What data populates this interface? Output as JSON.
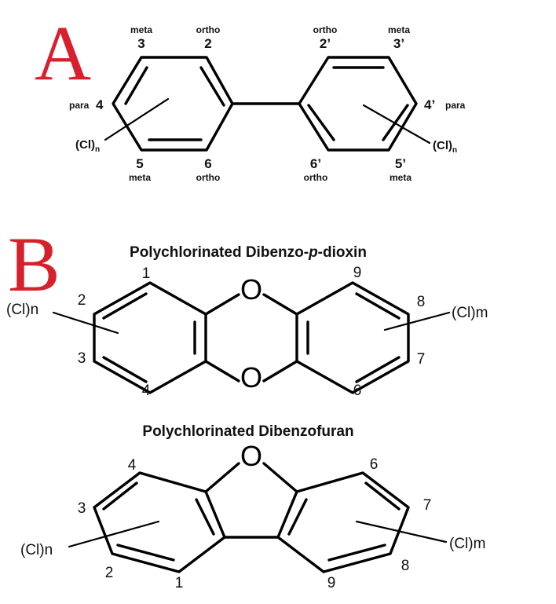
{
  "panel_a": {
    "letter": "A",
    "ring_left": {
      "pos3": "3",
      "pos3_desc": "meta",
      "pos2": "2",
      "pos2_desc": "ortho",
      "pos4": "4",
      "pos4_desc": "para",
      "pos5": "5",
      "pos5_desc": "meta",
      "pos6": "6",
      "pos6_desc": "ortho",
      "substituent": "(Cl)",
      "substituent_sub": "n"
    },
    "ring_right": {
      "pos2": "2’",
      "pos2_desc": "ortho",
      "pos3": "3’",
      "pos3_desc": "meta",
      "pos4": "4’",
      "pos4_desc": "para",
      "pos5": "5’",
      "pos5_desc": "meta",
      "pos6": "6’",
      "pos6_desc": "ortho",
      "substituent": "(Cl)",
      "substituent_sub": "n"
    }
  },
  "panel_b": {
    "letter": "B",
    "dioxin": {
      "title_before": "Polychlorinated Dibenzo-",
      "title_italic": "p",
      "title_after": "-dioxin",
      "oxygen": "O",
      "positions": [
        "1",
        "2",
        "3",
        "4",
        "6",
        "7",
        "8",
        "9"
      ],
      "substituent_left": "(Cl)n",
      "substituent_right": "(Cl)m"
    },
    "furan": {
      "title": "Polychlorinated Dibenzofuran",
      "oxygen": "O",
      "positions": [
        "1",
        "2",
        "3",
        "4",
        "6",
        "7",
        "8",
        "9"
      ],
      "substituent_left": "(Cl)n",
      "substituent_right": "(Cl)m"
    }
  }
}
